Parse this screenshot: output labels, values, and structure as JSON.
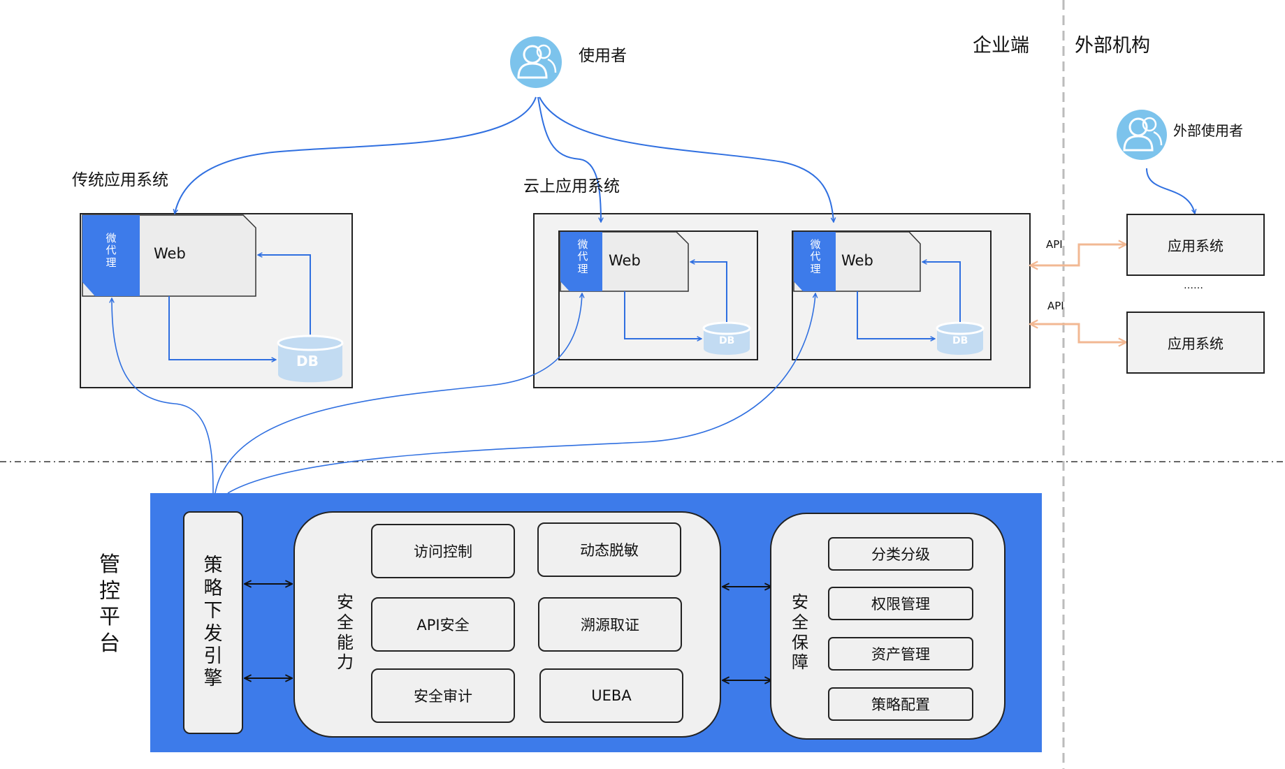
{
  "regions": {
    "enterprise_label": "企业端",
    "external_label": "外部机构"
  },
  "user": {
    "label": "使用者"
  },
  "external_user": {
    "label": "外部使用者"
  },
  "traditional": {
    "title": "传统应用系统",
    "proxy_chars": [
      "微",
      "代",
      "理"
    ],
    "web_label": "Web",
    "db_label": "DB"
  },
  "cloud": {
    "title": "云上应用系统",
    "apps": [
      {
        "proxy_chars": [
          "微",
          "代",
          "理"
        ],
        "web_label": "Web",
        "db_label": "DB"
      },
      {
        "proxy_chars": [
          "微",
          "代",
          "理"
        ],
        "web_label": "Web",
        "db_label": "DB"
      }
    ]
  },
  "external": {
    "apps": [
      {
        "label": "应用系统",
        "api_label": "API"
      },
      {
        "label": "应用系统",
        "api_label": "API"
      }
    ],
    "ellipsis": "……"
  },
  "platform": {
    "title_chars": [
      "管",
      "控",
      "平",
      "台"
    ],
    "engine_chars": [
      "策",
      "略",
      "下",
      "发",
      "引",
      "擎"
    ],
    "capability_chars": [
      "安",
      "全",
      "能",
      "力"
    ],
    "capabilities": [
      "访问控制",
      "动态脱敏",
      "API安全",
      "溯源取证",
      "安全审计",
      "UEBA"
    ],
    "assurance_chars": [
      "安",
      "全",
      "保",
      "障"
    ],
    "assurances": [
      "分类分级",
      "权限管理",
      "资产管理",
      "策略配置"
    ]
  },
  "colors": {
    "platform_bg": "#3d7bea",
    "proxy_blue": "#3d7bea",
    "user_icon": "#7cc3ec",
    "db_fill": "#c2dbf2",
    "link_blue": "#2f6fe0",
    "api_orange": "#f2b893",
    "divider_gray": "#bbbbbb",
    "box_gray": "#f2f2f2"
  }
}
